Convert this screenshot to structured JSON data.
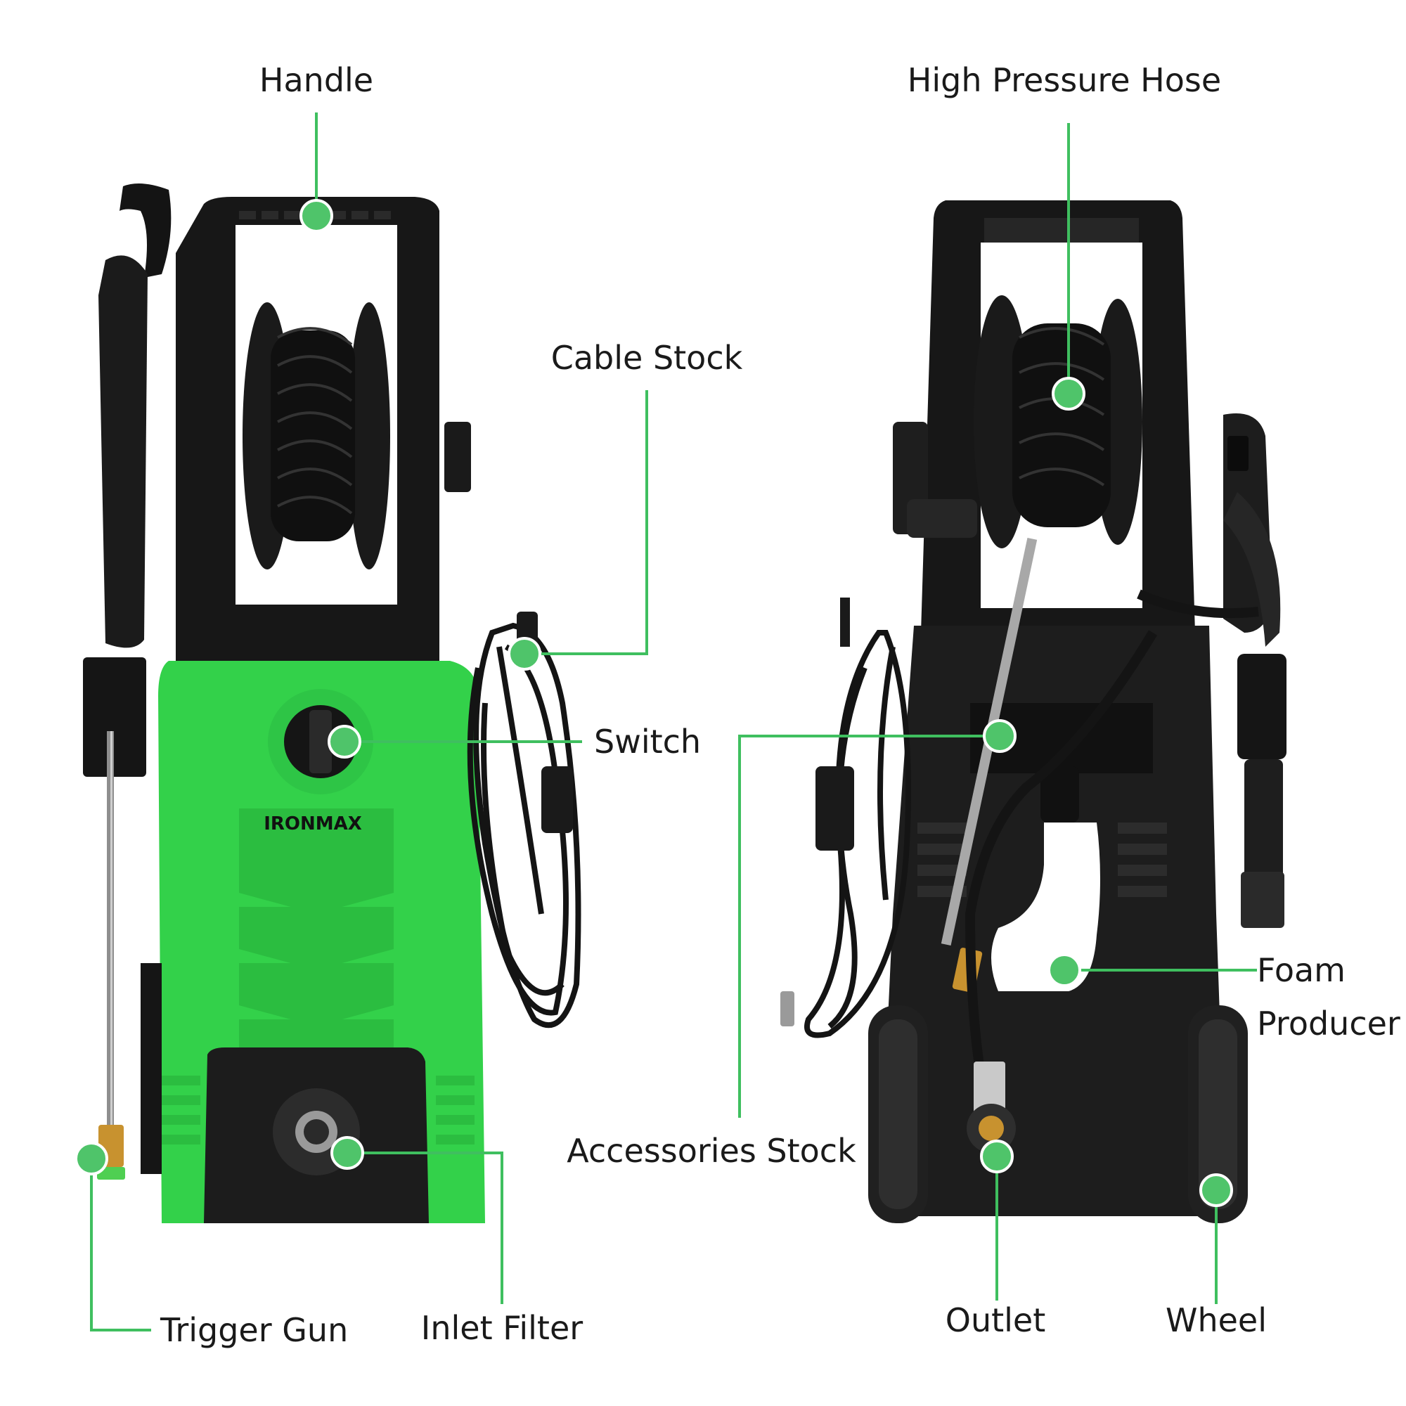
{
  "brand": {
    "logo_text": "IRONMAX"
  },
  "colors": {
    "accent": "#4fc46a",
    "leader": "#3fbf5f",
    "body_green": "#33d14a",
    "plastic_black": "#161616",
    "label_text": "#1a1a1a"
  },
  "views": {
    "front": {
      "labels": {
        "handle": "Handle",
        "cable_stock": "Cable Stock",
        "switch": "Switch",
        "trigger_gun": "Trigger Gun",
        "inlet_filter": "Inlet Filter"
      }
    },
    "back": {
      "labels": {
        "high_pressure_hose": "High Pressure Hose",
        "accessories_stock": "Accessories Stock",
        "foam_producer_1": "Foam",
        "foam_producer_2": "Producer",
        "outlet": "Outlet",
        "wheel": "Wheel"
      }
    }
  }
}
